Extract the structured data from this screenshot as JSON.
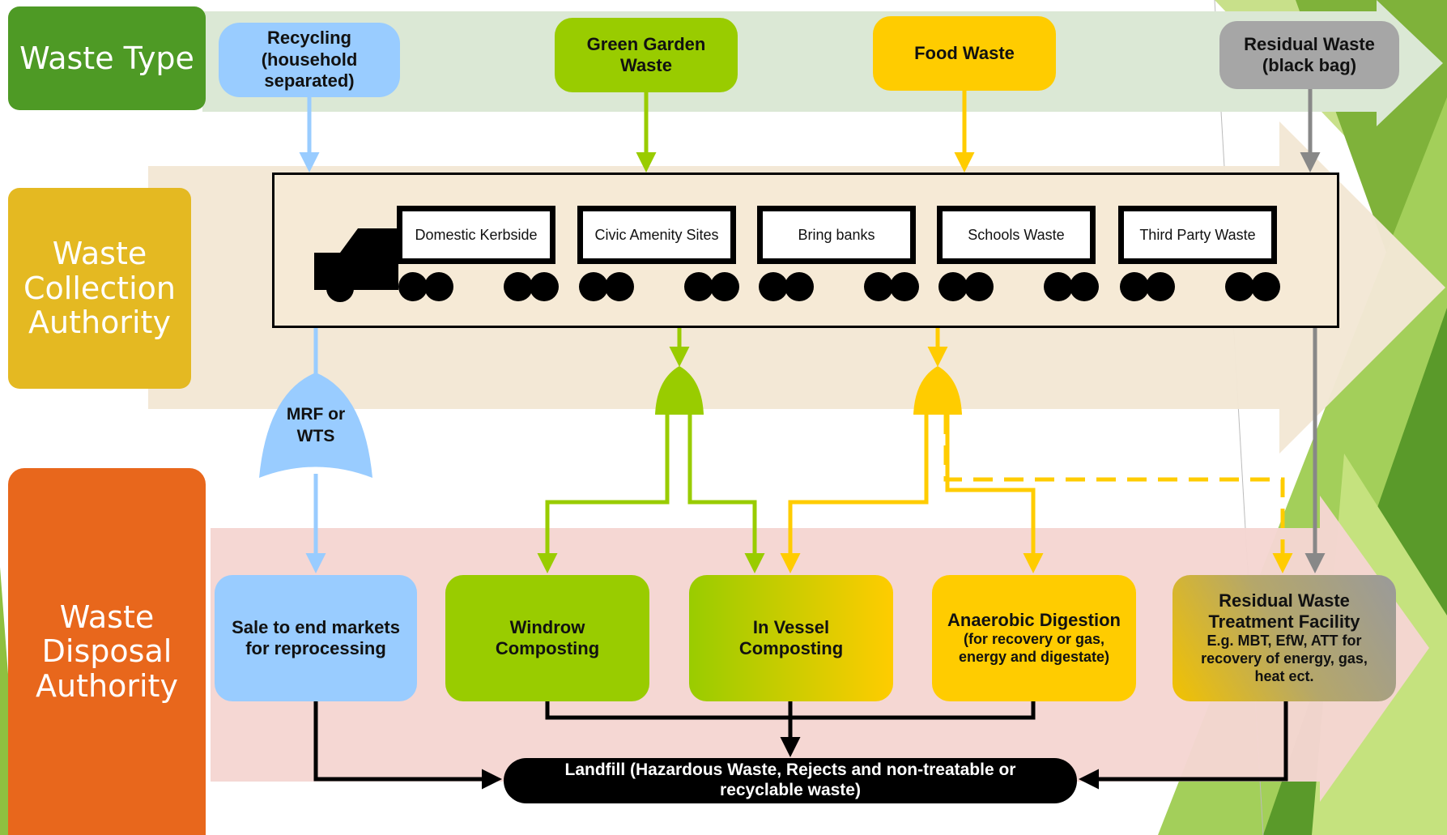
{
  "lanes": {
    "type": [
      "Waste Type"
    ],
    "collection": [
      "Waste",
      "Collection",
      "Authority"
    ],
    "disposal": [
      "Waste",
      "Disposal",
      "Authority"
    ]
  },
  "waste_types": {
    "recycling": [
      "Recycling",
      "(household",
      "separated)"
    ],
    "garden": [
      "Green Garden",
      "Waste"
    ],
    "food": [
      "Food Waste"
    ],
    "residual": [
      "Residual Waste",
      "(black bag)"
    ]
  },
  "trailers": [
    "Domestic Kerbside",
    "Civic Amenity Sites",
    "Bring banks",
    "Schools Waste",
    "Third Party Waste"
  ],
  "mrf": [
    "MRF or",
    "WTS"
  ],
  "disposal": {
    "sale": [
      "Sale to end markets",
      "for reprocessing"
    ],
    "windrow": [
      "Windrow",
      "Composting"
    ],
    "vessel": [
      "In Vessel",
      "Composting"
    ],
    "anaerobic": {
      "title": "Anaerobic Digestion",
      "sub": [
        "(for recovery or gas,",
        "energy and digestate)"
      ]
    },
    "residual": {
      "title": [
        "Residual Waste",
        "Treatment Facility"
      ],
      "sub": [
        "E.g. MBT, EfW, ATT for",
        "recovery of energy, gas,",
        "heat ect."
      ]
    }
  },
  "landfill": [
    "Landfill (Hazardous Waste, Rejects and non-treatable or",
    "recyclable waste)"
  ],
  "colors": {
    "recycling": "#99ccff",
    "garden": "#99cc00",
    "food": "#ffcc00",
    "residual": "#a6a6a6",
    "type_lane": "#4e9a25",
    "collection_lane": "#e4b922",
    "disposal_lane": "#e8671c",
    "band_type": "#dbe8d5",
    "band_collection": "#f3e7d5",
    "band_disposal": "#f5d6d2"
  }
}
